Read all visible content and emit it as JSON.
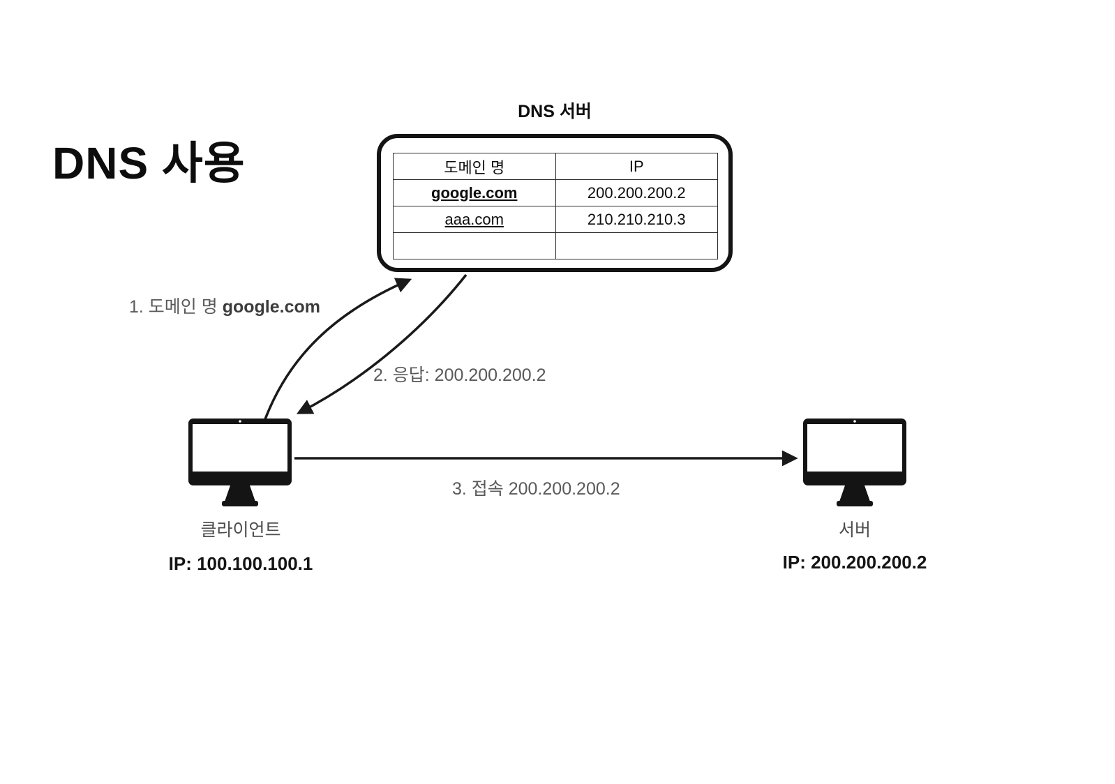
{
  "title": "DNS 사용",
  "colors": {
    "ink": "#141414",
    "label_gray": "#595959"
  },
  "dns_server": {
    "label": "DNS 서버",
    "table": {
      "headers": [
        "도메인 명",
        "IP"
      ],
      "rows": [
        {
          "domain": "google.com",
          "ip": "200.200.200.2"
        },
        {
          "domain": "aaa.com",
          "ip": "210.210.210.3"
        },
        {
          "domain": "",
          "ip": ""
        }
      ]
    }
  },
  "arrows": {
    "request": {
      "prefix": "1. 도메인 명 ",
      "domain": "google.com"
    },
    "response": {
      "label": "2. 응답: 200.200.200.2"
    },
    "connect": {
      "label": "3. 접속 200.200.200.2"
    }
  },
  "client": {
    "label": "클라이언트",
    "ip": "IP: 100.100.100.1"
  },
  "server": {
    "label": "서버",
    "ip": "IP: 200.200.200.2"
  }
}
